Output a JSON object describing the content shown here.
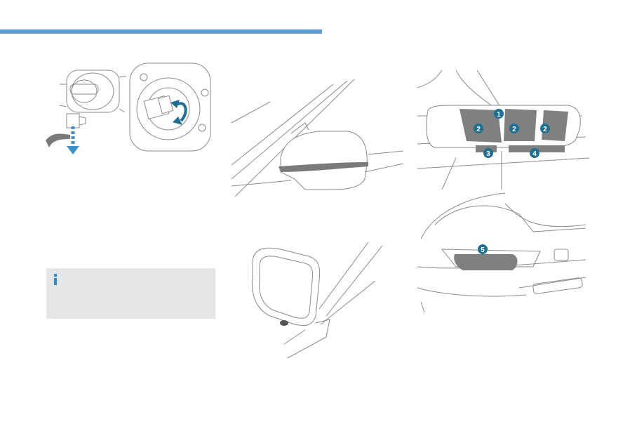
{
  "colors": {
    "header_bar": "#5b9bd5",
    "info_box_bg": "#e5e6e8",
    "info_icon": "#2e8bd3",
    "callout_fill": "#1f6f93",
    "arrow": "#3f8fc9",
    "line_art": "#8a8a8a",
    "lamp_fill": "#808080"
  },
  "info_box": {
    "icon": "info-icon"
  },
  "illustrations": {
    "fog_bulb": {
      "icons": [
        "pull-down-arrow-icon",
        "rotate-arrow-icon"
      ]
    },
    "mirror_top": {},
    "mirror_under": {},
    "rear_lamps": {
      "callouts": [
        "1",
        "2",
        "2",
        "2",
        "3",
        "4"
      ]
    },
    "rear_bumper": {
      "callouts": [
        "5"
      ]
    }
  }
}
